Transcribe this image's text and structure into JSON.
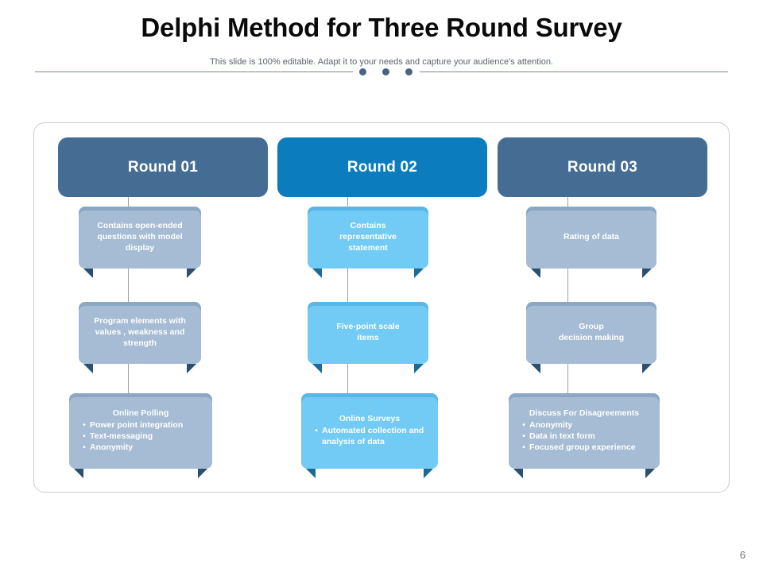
{
  "slide": {
    "title": "Delphi Method for Three Round Survey",
    "subtitle": "This slide is 100% editable. Adapt it to your needs and capture your audience's attention.",
    "page_number": "6"
  },
  "colors": {
    "round_dark": "#456c92",
    "round_bright": "#0b7cbd",
    "box_steel": "#a5bcd4",
    "box_sky": "#72cbf4",
    "tail_steel": "#2b4f70",
    "tail_sky": "#1b6a96",
    "connector": "#9aa2ac",
    "panel_border": "#c9ccd1",
    "dot": "#4a6382",
    "title_text": "#0a0a0a",
    "subtitle_text": "#5b6370"
  },
  "columns": [
    {
      "id": "round-01",
      "header": "Round 01",
      "theme": "dark",
      "boxes": [
        {
          "id": "contains-open-ended-questions",
          "style": "steel",
          "lines": [
            "Contains open-ended",
            "questions with model",
            "display"
          ],
          "heading": null,
          "bullets": []
        },
        {
          "id": "program-elements",
          "style": "steel",
          "lines": [
            "Program elements with",
            "values , weakness and",
            "strength"
          ],
          "heading": null,
          "bullets": []
        },
        {
          "id": "online-polling",
          "style": "steel",
          "lines": [],
          "heading": "Online Polling",
          "bullets": [
            "Power point integration",
            "Text-messaging",
            "Anonymity"
          ]
        }
      ]
    },
    {
      "id": "round-02",
      "header": "Round 02",
      "theme": "bright",
      "boxes": [
        {
          "id": "contains-representative-statement",
          "style": "sky",
          "lines": [
            "Contains",
            "representative",
            "statement"
          ],
          "heading": null,
          "bullets": []
        },
        {
          "id": "five-point-scale-items",
          "style": "sky",
          "lines": [
            "Five-point  scale",
            "items"
          ],
          "heading": null,
          "bullets": []
        },
        {
          "id": "online-surveys",
          "style": "sky",
          "lines": [],
          "heading": "Online Surveys",
          "bullets": [
            "Automated collection and analysis of data"
          ]
        }
      ]
    },
    {
      "id": "round-03",
      "header": "Round 03",
      "theme": "dark",
      "boxes": [
        {
          "id": "rating-of-data",
          "style": "steel",
          "lines": [
            "Rating of data"
          ],
          "heading": null,
          "bullets": []
        },
        {
          "id": "group-decision-making",
          "style": "steel",
          "lines": [
            "Group",
            "decision making"
          ],
          "heading": null,
          "bullets": []
        },
        {
          "id": "discuss-for-disagreements",
          "style": "steel",
          "lines": [],
          "heading": "Discuss For Disagreements",
          "bullets": [
            "Anonymity",
            "Data in text form",
            "Focused group experience"
          ]
        }
      ]
    }
  ],
  "bullet_glyph": "•"
}
